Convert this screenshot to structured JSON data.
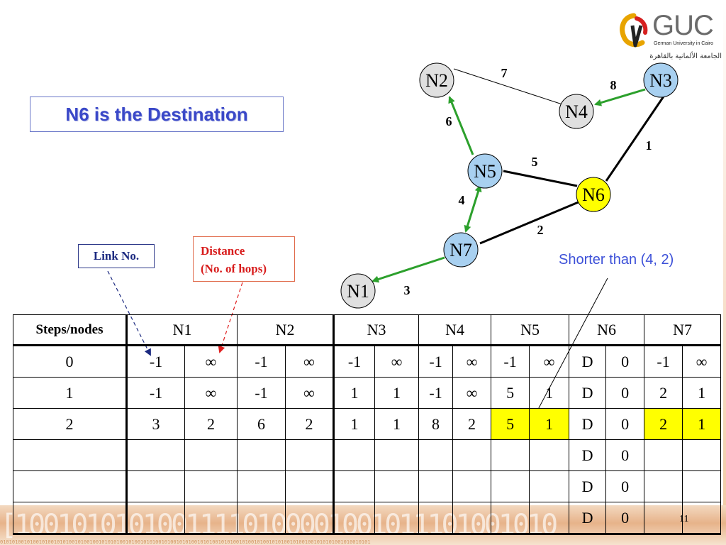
{
  "logo": {
    "name": "GUC",
    "subtitle": "German University in Cairo",
    "arabic": "الجامعة الألمانية بالقاهرة"
  },
  "title": "N6 is the Destination",
  "labels": {
    "link_no": "Link No.",
    "distance_line1": "Distance",
    "distance_line2": "(No. of hops)",
    "shorter_than": "Shorter than (4, 2)"
  },
  "graph": {
    "nodes": [
      {
        "id": "N1",
        "fill": "#e0e0e0"
      },
      {
        "id": "N2",
        "fill": "#e0e0e0"
      },
      {
        "id": "N3",
        "fill": "#a8d0f0"
      },
      {
        "id": "N4",
        "fill": "#e0e0e0"
      },
      {
        "id": "N5",
        "fill": "#a8d0f0"
      },
      {
        "id": "N6",
        "fill": "#ffff00"
      },
      {
        "id": "N7",
        "fill": "#a8d0f0"
      }
    ],
    "links": [
      {
        "label": "7",
        "between": [
          "N2",
          "N4"
        ],
        "style": "thin"
      },
      {
        "label": "8",
        "between": [
          "N3",
          "N4"
        ],
        "style": "green-arrow",
        "toward": "N4"
      },
      {
        "label": "6",
        "between": [
          "N5",
          "N2"
        ],
        "style": "green-arrow",
        "toward": "N2"
      },
      {
        "label": "1",
        "between": [
          "N3",
          "N6"
        ],
        "style": "thick"
      },
      {
        "label": "5",
        "between": [
          "N5",
          "N6"
        ],
        "style": "thick"
      },
      {
        "label": "4",
        "between": [
          "N7",
          "N5"
        ],
        "style": "green-double-arrow"
      },
      {
        "label": "2",
        "between": [
          "N7",
          "N6"
        ],
        "style": "thick"
      },
      {
        "label": "3",
        "between": [
          "N7",
          "N1"
        ],
        "style": "green-arrow",
        "toward": "N1"
      }
    ],
    "colors": {
      "green": "#2ca02c",
      "black": "#000000"
    }
  },
  "table": {
    "corner": "Steps/nodes",
    "columns": [
      "N1",
      "N2",
      "N3",
      "N4",
      "N5",
      "N6",
      "N7"
    ],
    "highlight_color": "#ffff00",
    "rows": [
      {
        "step": "0",
        "cells": [
          [
            "-1",
            "∞"
          ],
          [
            "-1",
            "∞"
          ],
          [
            "-1",
            "∞"
          ],
          [
            "-1",
            "∞"
          ],
          [
            "-1",
            "∞"
          ],
          [
            "D",
            "0"
          ],
          [
            "-1",
            "∞"
          ]
        ],
        "highlight": []
      },
      {
        "step": "1",
        "cells": [
          [
            "-1",
            "∞"
          ],
          [
            "-1",
            "∞"
          ],
          [
            "1",
            "1"
          ],
          [
            "-1",
            "∞"
          ],
          [
            "5",
            "1"
          ],
          [
            "D",
            "0"
          ],
          [
            "2",
            "1"
          ]
        ],
        "highlight": []
      },
      {
        "step": "2",
        "cells": [
          [
            "3",
            "2"
          ],
          [
            "6",
            "2"
          ],
          [
            "1",
            "1"
          ],
          [
            "8",
            "2"
          ],
          [
            "5",
            "1"
          ],
          [
            "D",
            "0"
          ],
          [
            "2",
            "1"
          ]
        ],
        "highlight": [
          4,
          6
        ]
      },
      {
        "step": "",
        "cells": [
          [
            "",
            ""
          ],
          [
            "",
            ""
          ],
          [
            "",
            ""
          ],
          [
            "",
            ""
          ],
          [
            "",
            ""
          ],
          [
            "D",
            "0"
          ],
          [
            "",
            ""
          ]
        ],
        "highlight": []
      },
      {
        "step": "",
        "cells": [
          [
            "",
            ""
          ],
          [
            "",
            ""
          ],
          [
            "",
            ""
          ],
          [
            "",
            ""
          ],
          [
            "",
            ""
          ],
          [
            "D",
            "0"
          ],
          [
            "",
            ""
          ]
        ],
        "highlight": []
      },
      {
        "step": "",
        "cells": [
          [
            "",
            ""
          ],
          [
            "",
            ""
          ],
          [
            "",
            ""
          ],
          [
            "",
            ""
          ],
          [
            "",
            ""
          ],
          [
            "D",
            "0"
          ],
          [
            "",
            ""
          ]
        ],
        "highlight": []
      }
    ]
  },
  "footer": {
    "bits": "[10010101010011110100001001011101001010",
    "page_number": "11"
  }
}
